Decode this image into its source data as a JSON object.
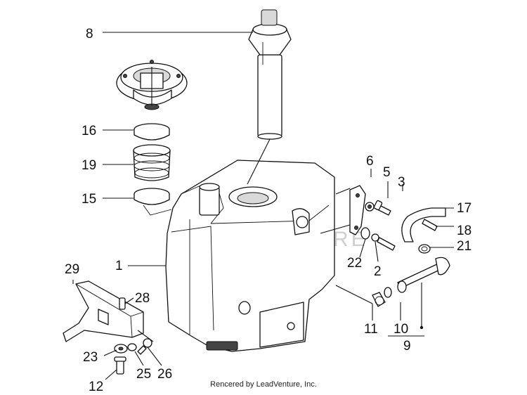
{
  "watermark": "LEADVENTURE",
  "footer": "Rencered by LeadVenture, Inc.",
  "callouts": [
    "8",
    "16",
    "19",
    "15",
    "6",
    "5",
    "3",
    "17",
    "18",
    "21",
    "22",
    "2",
    "1",
    "29",
    "28",
    "11",
    "10",
    "9",
    "23",
    "25",
    "26",
    "12"
  ]
}
